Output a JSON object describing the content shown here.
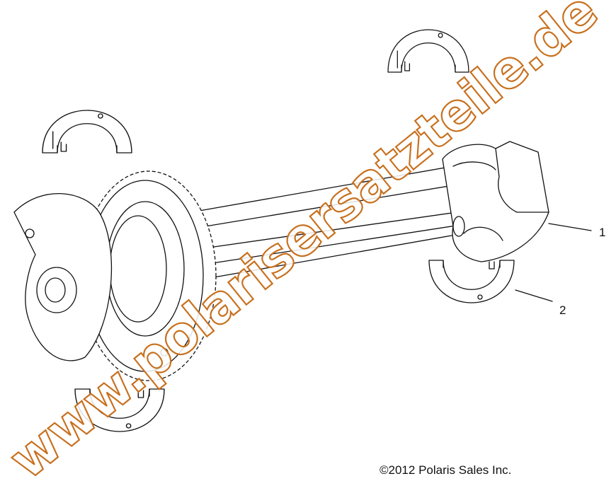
{
  "diagram": {
    "callouts": [
      {
        "label": "1"
      },
      {
        "label": "2"
      }
    ],
    "copyright": "©2012 Polaris Sales Inc.",
    "watermark": "www.polarisersatzteile.de",
    "colors": {
      "line": "#111111",
      "watermark_outline": "#c8701e"
    }
  }
}
